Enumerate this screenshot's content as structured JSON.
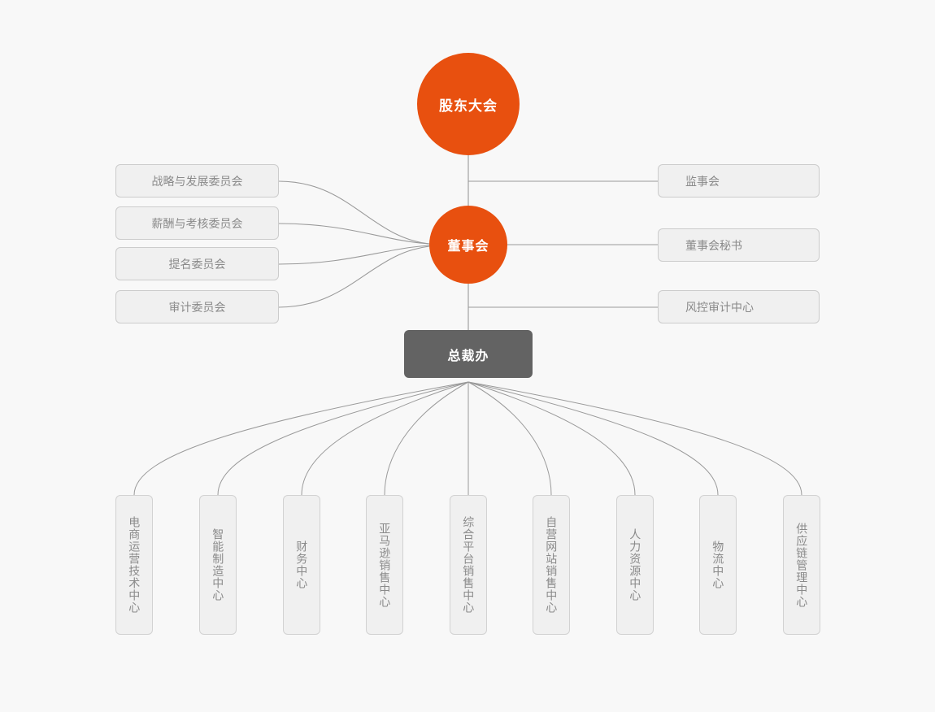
{
  "chart": {
    "title_top": "股东大会",
    "type": "org-chart",
    "background_color": "#f8f8f8",
    "accent_color": "#e8500f",
    "dark_color": "#636363",
    "box_fill": "#f0f0f0",
    "box_border": "#cccccc",
    "box_text_color": "#8a8a8a",
    "line_color": "#9a9a9a"
  },
  "top_node": {
    "label": "股东大会",
    "shape": "circle",
    "color": "#e8500f"
  },
  "board_node": {
    "label": "董事会",
    "shape": "circle",
    "color": "#e8500f"
  },
  "president_node": {
    "label": "总裁办",
    "shape": "rounded-rect",
    "color": "#636363"
  },
  "committees": [
    {
      "label": "战略与发展委员会"
    },
    {
      "label": "薪酬与考核委员会"
    },
    {
      "label": "提名委员会"
    },
    {
      "label": "审计委员会"
    }
  ],
  "right_nodes": [
    {
      "label": "监事会"
    },
    {
      "label": "董事会秘书"
    },
    {
      "label": "风控审计中心"
    }
  ],
  "departments": [
    {
      "label": "电商运营技术中心"
    },
    {
      "label": "智能制造中心"
    },
    {
      "label": "财务中心"
    },
    {
      "label": "亚马逊销售中心"
    },
    {
      "label": "综合平台销售中心"
    },
    {
      "label": "自营网站销售中心"
    },
    {
      "label": "人力资源中心"
    },
    {
      "label": "物流中心"
    },
    {
      "label": "供应链管理中心"
    }
  ]
}
